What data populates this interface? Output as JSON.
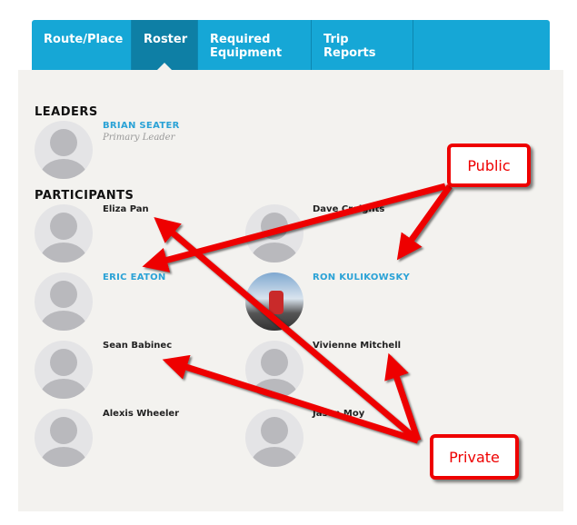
{
  "tabs": [
    {
      "label": "Route/Place"
    },
    {
      "label": "Roster"
    },
    {
      "label": "Required Equipment"
    },
    {
      "label": "Trip Reports"
    }
  ],
  "leaders": {
    "heading": "LEADERS",
    "items": [
      {
        "name": "BRIAN SEATER",
        "role": "Primary Leader"
      }
    ]
  },
  "participants": {
    "heading": "PARTICIPANTS",
    "items": [
      {
        "name": "Eliza Pan"
      },
      {
        "name": "Dave Creights"
      },
      {
        "name": "ERIC EATON"
      },
      {
        "name": "RON KULIKOWSKY"
      },
      {
        "name": "Sean Babinec"
      },
      {
        "name": "Vivienne Mitchell"
      },
      {
        "name": "Alexis Wheeler"
      },
      {
        "name": "Jason Moy"
      }
    ]
  },
  "annotations": {
    "public": "Public",
    "private": "Private",
    "color": "#ee0000"
  }
}
